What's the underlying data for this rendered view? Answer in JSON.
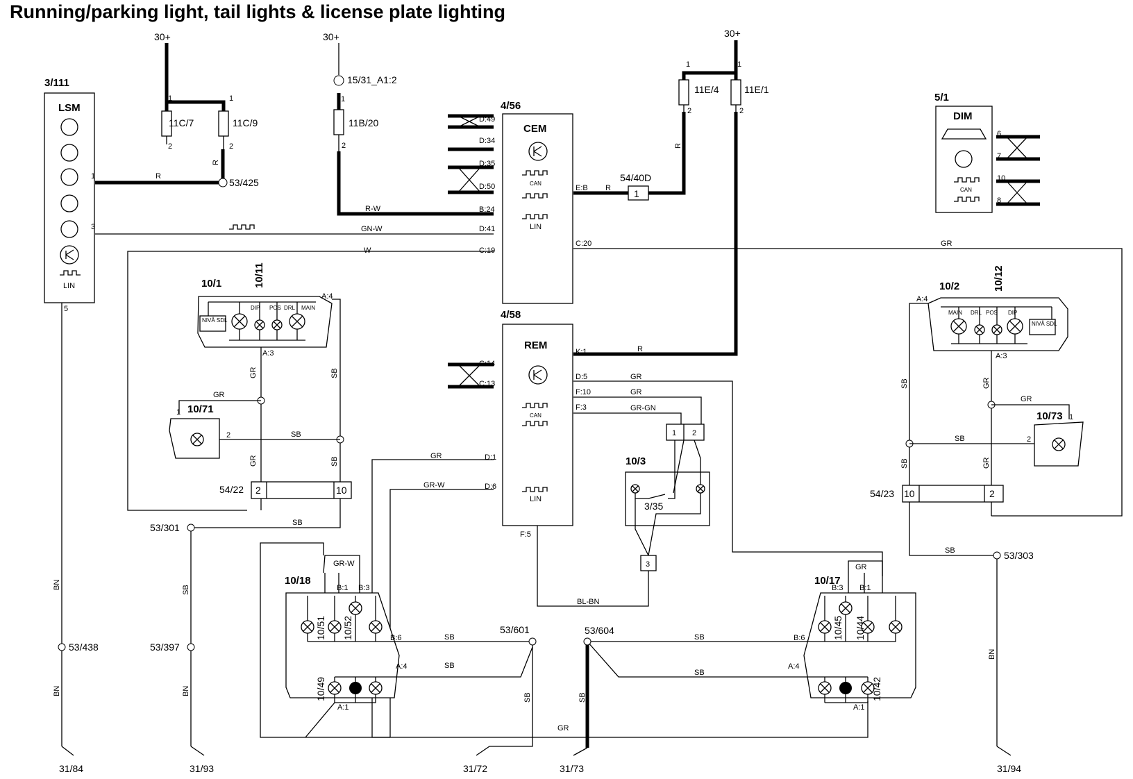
{
  "title": "Running/parking light, tail lights & license plate lighting",
  "supply": {
    "positive": "30+"
  },
  "components": {
    "lsm": {
      "ref": "3/111",
      "name": "LSM",
      "pins": {
        "p1": "1",
        "p3": "3",
        "p5": "5"
      },
      "lin": "LIN"
    },
    "cem": {
      "ref": "4/56",
      "name": "CEM",
      "can": "CAN",
      "lin": "LIN",
      "pins": {
        "d49": "D:49",
        "d34": "D:34",
        "d35": "D:35",
        "d50": "D:50",
        "b24": "B:24",
        "d41": "D:41",
        "c19": "C:19",
        "eb": "E:B",
        "c20": "C:20"
      }
    },
    "rem": {
      "ref": "4/58",
      "name": "REM",
      "can": "CAN",
      "lin": "LIN",
      "pins": {
        "c14": "C:14",
        "c13": "C:13",
        "k1": "K:1",
        "d5": "D:5",
        "f10": "F:10",
        "f3": "F:3",
        "d1": "D:1",
        "d6": "D:6",
        "f5": "F:5"
      }
    },
    "dim": {
      "ref": "5/1",
      "name": "DIM",
      "can": "CAN",
      "pins": {
        "p6": "6",
        "p7": "7",
        "p10": "10",
        "p8": "8"
      }
    },
    "fuses": {
      "f11c7": "11C/7",
      "f11c9": "11C/9",
      "f11b20": "11B/20",
      "f11e4": "11E/4",
      "f11e1": "11E/1",
      "pin1": "1",
      "pin2": "2"
    },
    "conn_15_31": "15/31_A1:2",
    "conn_54_40d": {
      "ref": "54/40D",
      "pin": "1"
    },
    "headlamp_left": {
      "ref": "10/1",
      "sub": "10/11",
      "pin_a4": "A:4",
      "pin_a3": "A:3",
      "levelling": "NIVÅ\nSDL",
      "labels": [
        "DIP",
        "POS",
        "DRL",
        "MAIN"
      ]
    },
    "headlamp_right": {
      "ref": "10/2",
      "sub": "10/12",
      "pin_a4": "A:4",
      "pin_a3": "A:3",
      "levelling": "NIVÅ\nSDL",
      "labels": [
        "MAIN",
        "DRL",
        "POS",
        "DIP"
      ]
    },
    "side_marker_left": {
      "ref": "10/71",
      "pin1": "1",
      "pin2": "2"
    },
    "side_marker_right": {
      "ref": "10/73",
      "pin1": "1",
      "pin2": "2"
    },
    "conn_54_22": {
      "ref": "54/22",
      "pin_a": "2",
      "pin_b": "10"
    },
    "conn_54_23": {
      "ref": "54/23",
      "pin_a": "10",
      "pin_b": "2"
    },
    "plate_light": {
      "ref": "10/3",
      "switch": "3/35",
      "pin1": "1",
      "pin2": "2",
      "pin3": "3"
    },
    "tail_left": {
      "ref": "10/18",
      "lamps": [
        "10/51",
        "10/52",
        "10/49"
      ],
      "pins": {
        "b1": "B:1",
        "b3": "B:3",
        "b6": "B:6",
        "a4": "A:4",
        "a1": "A:1"
      }
    },
    "tail_right": {
      "ref": "10/17",
      "lamps": [
        "10/45",
        "10/44",
        "10/42"
      ],
      "pins": {
        "b3": "B:3",
        "b1": "B:1",
        "b6": "B:6",
        "a4": "A:4",
        "a1": "A:1"
      }
    },
    "splices": [
      "53/425",
      "53/301",
      "53/397",
      "53/438",
      "53/601",
      "53/604",
      "53/303"
    ],
    "grounds": [
      "31/84",
      "31/93",
      "31/72",
      "31/73",
      "31/94"
    ]
  },
  "wire_colors": {
    "r": "R",
    "rw": "R-W",
    "gnw": "GN-W",
    "w": "W",
    "gr": "GR",
    "sb": "SB",
    "bn": "BN",
    "grgn": "GR-GN",
    "grw": "GR-W",
    "blbn": "BL-BN"
  }
}
